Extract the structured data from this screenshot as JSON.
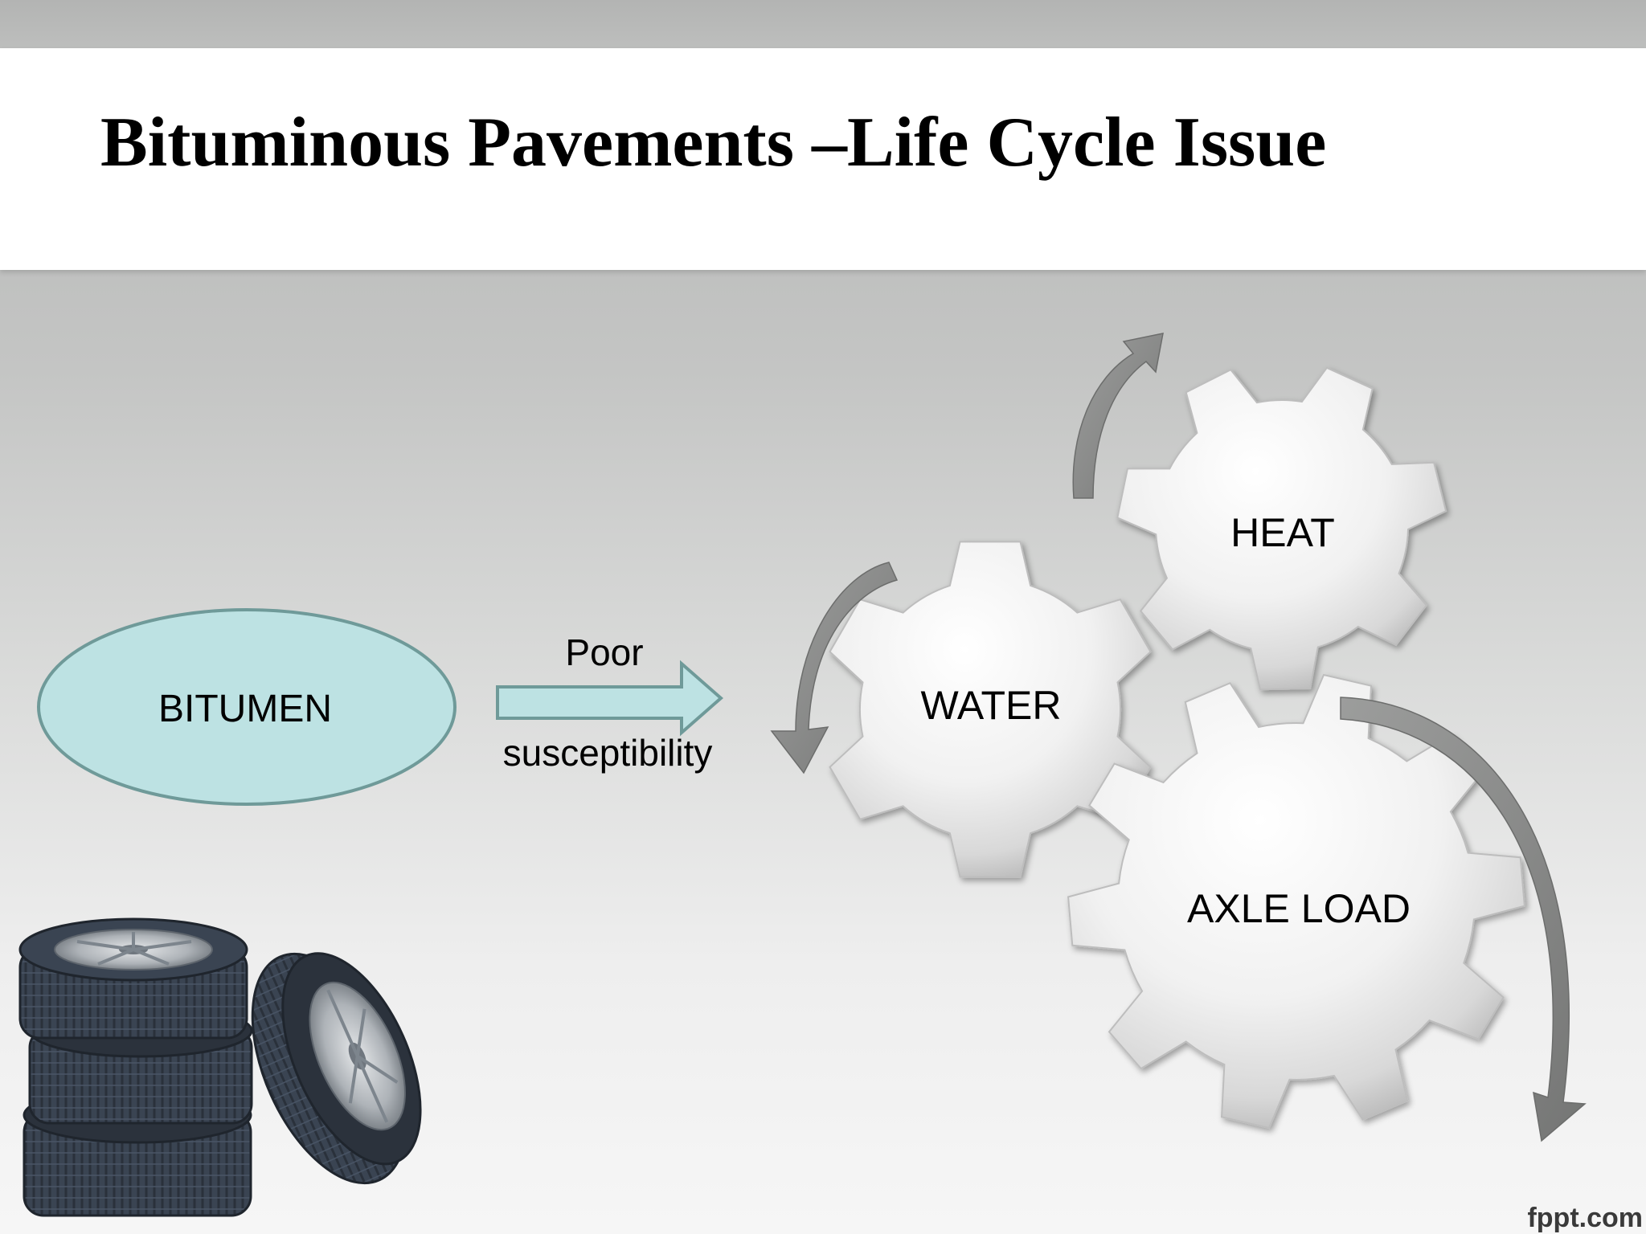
{
  "slide": {
    "title": "Bituminous Pavements –Life Cycle Issue",
    "watermark": "fppt.com"
  },
  "diagram": {
    "source_node": {
      "label": "BITUMEN",
      "fill": "#bde2e3",
      "stroke": "#6f9a99"
    },
    "connector": {
      "label_top": "Poor",
      "label_bottom": "susceptibility",
      "fill": "#bde2e3",
      "stroke": "#6f9a99"
    },
    "gears": [
      {
        "label": "WATER"
      },
      {
        "label": "HEAT"
      },
      {
        "label": "AXLE LOAD"
      }
    ],
    "illustration": "tire-stack-icon",
    "colors": {
      "gear_fill": "#f4f4f4",
      "gear_edge": "#a7a7a7",
      "cycle_arrow": "#8a8b8a"
    }
  }
}
